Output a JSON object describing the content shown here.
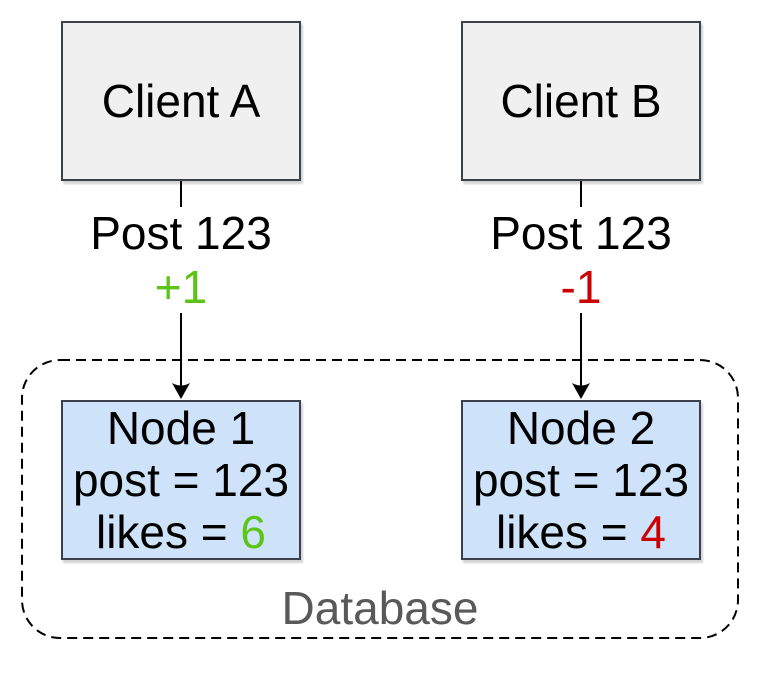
{
  "clients": [
    {
      "name": "Client A",
      "post": "Post 123",
      "delta": "+1",
      "delta_color": "#5cc417"
    },
    {
      "name": "Client B",
      "post": "Post 123",
      "delta": "-1",
      "delta_color": "#cc0000"
    }
  ],
  "database": {
    "label": "Database",
    "nodes": [
      {
        "name": "Node 1",
        "post": "post = 123",
        "likes_label": "likes = ",
        "likes_value": "6",
        "likes_color": "#5cc417"
      },
      {
        "name": "Node 2",
        "post": "post = 123",
        "likes_label": "likes = ",
        "likes_value": "4",
        "likes_color": "#cc0000"
      }
    ]
  },
  "colors": {
    "client_fill": "#f0f0f0",
    "node_fill": "#cee3f9",
    "box_border": "#3a414b",
    "increment_green": "#5cc417",
    "decrement_red": "#cc0000",
    "database_label_gray": "#595959",
    "connector_black": "#000000"
  }
}
